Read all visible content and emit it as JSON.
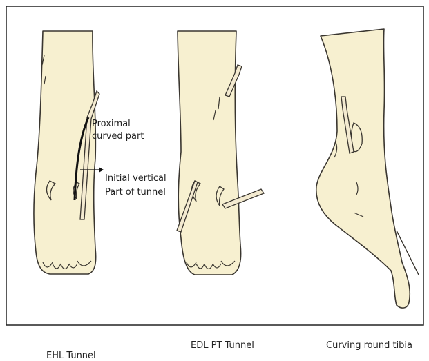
{
  "panels": [
    {
      "caption": "EHL Tunnel",
      "annotations": {
        "proximal": [
          "Proximal",
          "curved part"
        ],
        "initial": [
          "Initial vertical",
          "Part of tunnel"
        ]
      }
    },
    {
      "caption": "EDL PT Tunnel"
    },
    {
      "caption": "Curving round tibia"
    }
  ],
  "colors": {
    "skin": "#f7f0d0",
    "outline": "#3a3630",
    "frame": "#222222",
    "instrument": "#f3ead0"
  }
}
